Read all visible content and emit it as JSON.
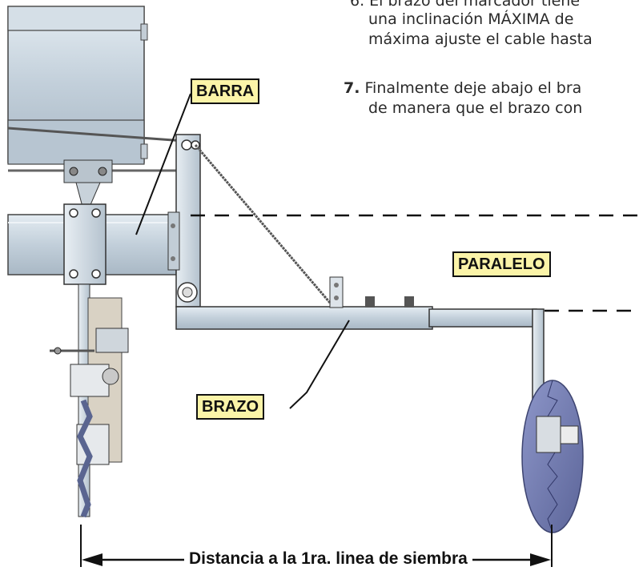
{
  "instructions": {
    "line6_partial": "6. El brazo del marcador tiene",
    "line6b": "una inclinación MÁXIMA de",
    "line6c": "máxima ajuste el cable hasta",
    "step7_number": "7.",
    "line7a": "Finalmente deje abajo el bra",
    "line7b": "de manera que el brazo con"
  },
  "labels": {
    "barra": "BARRA",
    "paralelo": "PARALELO",
    "brazo": "BRAZO"
  },
  "dimension": {
    "text": "Distancia a la 1ra. linea de siembra"
  }
}
